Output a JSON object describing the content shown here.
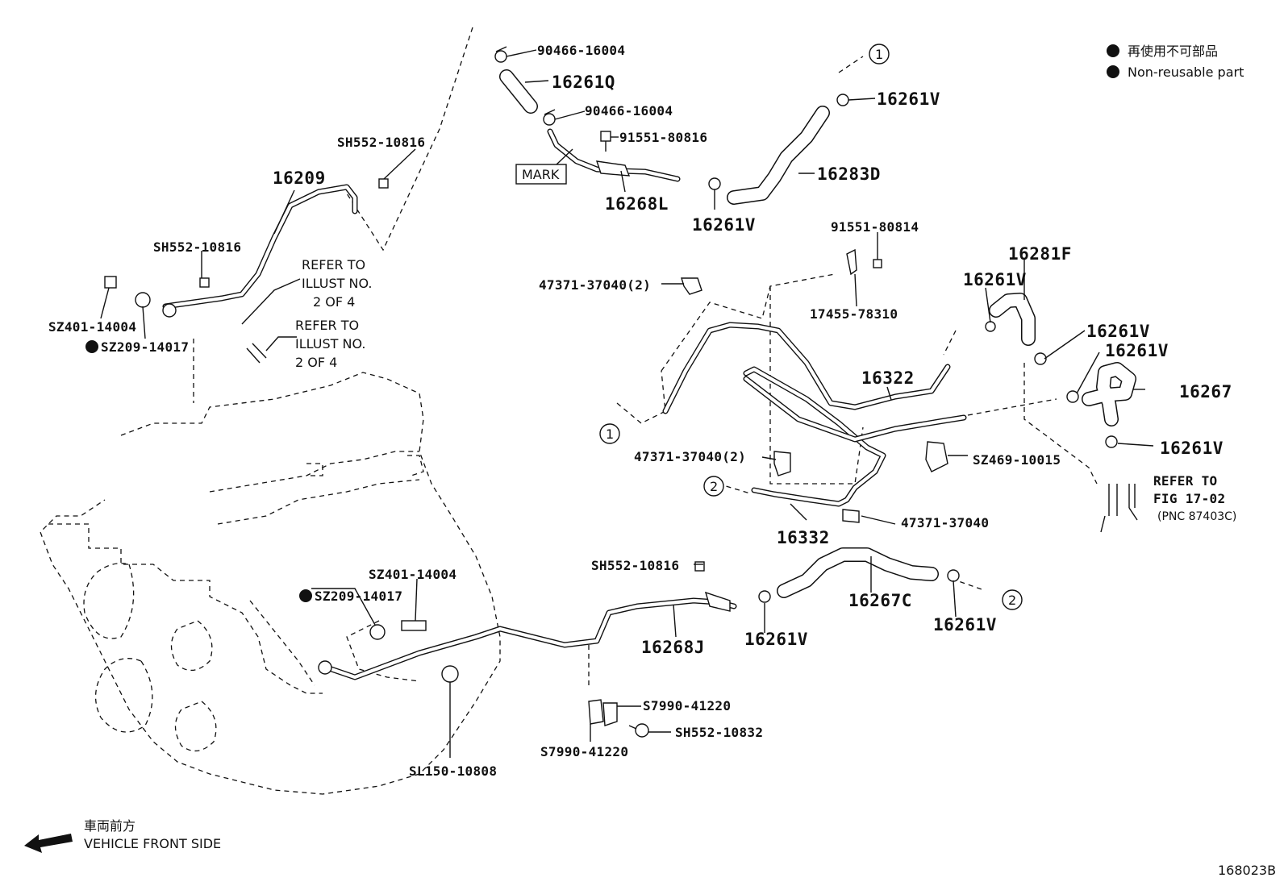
{
  "legend": {
    "jp": "再使用不可部品",
    "en": "Non-reusable part"
  },
  "front": {
    "jp": "車両前方",
    "en": "VEHICLE FRONT SIDE"
  },
  "figure_id": "168023B",
  "mark_label": "MARK",
  "circle_refs": [
    "1",
    "2"
  ],
  "labels": {
    "p90466_top": "90466-16004",
    "p16261Q": "16261Q",
    "p90466_mid": "90466-16004",
    "p91551_80816": "91551-80816",
    "p16268L": "16268L",
    "p16261V_a": "16261V",
    "p16283D": "16283D",
    "p16261V_b": "16261V",
    "pSH552_top": "SH552-10816",
    "p16209": "16209",
    "pSH552_left": "SH552-10816",
    "pSZ401_left": "SZ401-14004",
    "pSZ209_left": "SZ209-14017",
    "refer1": [
      "REFER TO",
      "ILLUST NO.",
      "2 OF 4"
    ],
    "refer2": [
      "REFER TO",
      "ILLUST NO.",
      "2 OF 4"
    ],
    "p91551_80814": "91551-80814",
    "p47371_a": "47371-37040(2)",
    "p17455": "17455-78310",
    "p16281F": "16281F",
    "p16261V_c": "16261V",
    "p16322": "16322",
    "p16261V_d": "16261V",
    "p16261V_e": "16261V",
    "p16267": "16267",
    "p16261V_f": "16261V",
    "p47371_b": "47371-37040(2)",
    "pSZ469": "SZ469-10015",
    "refer_fig": [
      "REFER TO",
      "FIG 17-02",
      "(PNC 87403C)"
    ],
    "p16332": "16332",
    "p47371_c": "47371-37040",
    "pSH552_mid": "SH552-10816",
    "pSZ401_mid": "SZ401-14004",
    "pSZ209_mid": "SZ209-14017",
    "p16267C": "16267C",
    "p16261V_g": "16261V",
    "p16268J": "16268J",
    "p16261V_h": "16261V",
    "pS7990_a": "S7990-41220",
    "pSH552_10832": "SH552-10832",
    "pS7990_b": "S7990-41220",
    "pSL150": "SL150-10808"
  }
}
